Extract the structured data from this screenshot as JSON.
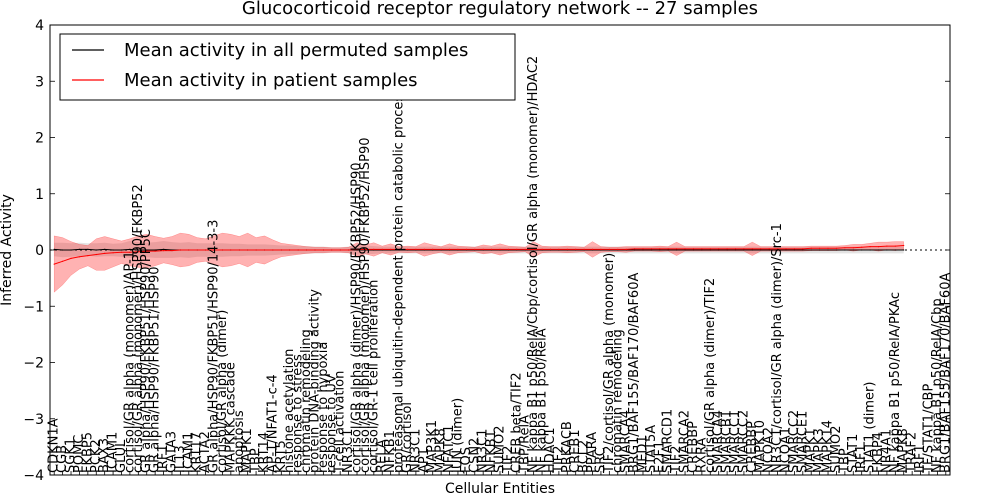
{
  "chart_data": {
    "type": "line",
    "title": "Glucocorticoid receptor regulatory network -- 27 samples",
    "xlabel": "Cellular Entities",
    "ylabel": "Inferred Activity",
    "ylim": [
      -4,
      4
    ],
    "yticks": [
      -4,
      -3,
      -2,
      -1,
      0,
      1,
      2,
      3,
      4
    ],
    "ytick_labels": [
      "−4",
      "−3",
      "−2",
      "−1",
      "0",
      "1",
      "2",
      "3",
      "4"
    ],
    "legend_position": "upper-left",
    "grid": false,
    "categories": [
      "CDKN1A",
      "CGB",
      "SGK1",
      "POMC",
      "FKBP5",
      "PCK2",
      "BAX3",
      "ICAM1",
      "GLUL",
      "cortisol/GR alpha (monomer)/AP-1",
      "cortisol/GR alpha (monomer)/HSP90/FKBP52",
      "GR alpha/HSP90/FKBP51/HSP90/PP5C",
      "GR alpha/HSP90/FKBP51/HSP90",
      "IRF1",
      "GATA3",
      "IL13",
      "ICAM1",
      "KRT17",
      "ACTA2",
      "GR alpha/HSP90/FKBP51/HSP90/14-3-3",
      "cortisol/GR alpha (dimer)",
      "MAPKKK cascade",
      "apoptosis",
      "MAPK1",
      "TBP",
      "KRT14",
      "AP-1/NFAT1-c-4",
      "KRT5",
      "histone acetylation",
      "response to stress",
      "chromatin remodeling",
      "protein DNA-binding activity",
      "response to hypoxia",
      "response to UV",
      "T-cell activation",
      "NR3C1",
      "cortisol/GR alpha (dimer)/HSP90/FKBP52/HSP90",
      "cortisol/GR alpha (monomer)/HSP90/FKBP52/HSP90",
      "cortisol/GR-1 cell proliferation",
      "RELA",
      "NFKB1",
      "proteasomal ubiquitin-dependent protein catabolic process",
      "GR/cortisol",
      "NR3C1",
      "AP1",
      "MAP3K1",
      "MAPK8",
      "NFATC1",
      "JUN (dimer)",
      "FOS",
      "CSN2",
      "NR3C1",
      "NFKB1",
      "SUMO2",
      "TIF2",
      "CREB beta/TIF2",
      "TBP/RelA",
      "NF kappa B1 p50/RelA/Cbp/cortisol/GR alpha (monomer)/HDAC2",
      "NF kappa B1 p50/RelA",
      "HDAC1",
      "TIF2",
      "PRKACB",
      "CREB1",
      "BCL2",
      "PPARA",
      "SRC",
      "TIF2/cortisol/GR alpha (monomer)",
      "chromatin remodeling",
      "SMARCA4",
      "BRG1/BAF155/BAF170/BAF60A",
      "MED1",
      "STAT5A",
      "E2F1",
      "SMARCD1",
      "TIF2",
      "SMARCA2",
      "CREBBP",
      "RXRA",
      "cortisol/GR alpha (dimer)/TIF2",
      "SMARCA4",
      "SMARCB1",
      "SMARCC1",
      "SMARCC2",
      "CREBBP",
      "MAPK10",
      "NCOA2",
      "NR3C1/cortisol/GR alpha (dimer)/Src-1",
      "NCOA1",
      "SMARCC2",
      "SMARCE1",
      "MAPK1",
      "MAPK3",
      "MAPK14",
      "SUMO2",
      "TBP",
      "STAT1",
      "IRF1",
      "STAT1 (dimer)",
      "FKBP4",
      "NR4A1",
      "NF kappa B1 p50/RelA/PKAc",
      "MAPK8",
      "TRAF2",
      "IRF1",
      "TF/STAT1/CBP",
      "NF kappa B1 p50/RelA/Cbp",
      "BRG1/BAF155/BAF170/BAF60A"
    ],
    "series": [
      {
        "name": "Mean activity in all permuted samples",
        "color": "#000000",
        "values": [
          0.01,
          0.0,
          0.0,
          0.01,
          0.01,
          0.0,
          0.01,
          0.0,
          0.0,
          0.01,
          0.0,
          0.0,
          0.0,
          0.01,
          0.0,
          0.0,
          0.0,
          0.0,
          0.0,
          0.0,
          0.0,
          0.0,
          0.0,
          0.0,
          0.0,
          0.0,
          0.0,
          0.0,
          0.0,
          0.0,
          0.0,
          0.0,
          0.0,
          0.0,
          0.0,
          0.0,
          0.0,
          0.0,
          0.0,
          0.0,
          0.0,
          0.0,
          0.0,
          0.0,
          0.0,
          0.0,
          0.0,
          0.0,
          0.0,
          0.0,
          0.0,
          0.0,
          0.0,
          0.0,
          0.0,
          0.0,
          0.0,
          0.0,
          0.0,
          0.0,
          0.0,
          0.0,
          0.0,
          0.0,
          0.0,
          0.0,
          0.0,
          0.0,
          0.0,
          0.0,
          0.0,
          0.0,
          0.0,
          0.0,
          0.0,
          0.0,
          0.0,
          0.0,
          0.0,
          0.0,
          0.0,
          0.0,
          0.0,
          0.0,
          0.0,
          0.0,
          0.0,
          0.0,
          0.0,
          0.0,
          0.0,
          0.0,
          0.0,
          0.0,
          0.0,
          0.0,
          0.0,
          0.0,
          0.0,
          0.0,
          0.0,
          0.0
        ],
        "band": [
          0.12,
          0.13,
          0.12,
          0.12,
          0.11,
          0.12,
          0.12,
          0.11,
          0.12,
          0.15,
          0.14,
          0.13,
          0.14,
          0.15,
          0.14,
          0.13,
          0.14,
          0.12,
          0.12,
          0.12,
          0.12,
          0.11,
          0.11,
          0.1,
          0.1,
          0.1,
          0.09,
          0.08,
          0.08,
          0.07,
          0.07,
          0.06,
          0.06,
          0.05,
          0.05,
          0.06,
          0.08,
          0.08,
          0.07,
          0.06,
          0.06,
          0.06,
          0.06,
          0.06,
          0.06,
          0.06,
          0.06,
          0.06,
          0.06,
          0.06,
          0.06,
          0.06,
          0.06,
          0.06,
          0.06,
          0.06,
          0.06,
          0.06,
          0.06,
          0.06,
          0.06,
          0.06,
          0.06,
          0.06,
          0.06,
          0.06,
          0.06,
          0.06,
          0.06,
          0.06,
          0.06,
          0.06,
          0.06,
          0.06,
          0.06,
          0.06,
          0.06,
          0.06,
          0.06,
          0.06,
          0.06,
          0.06,
          0.06,
          0.06,
          0.06,
          0.06,
          0.06,
          0.06,
          0.06,
          0.06,
          0.06,
          0.06,
          0.06,
          0.06,
          0.06,
          0.06,
          0.06,
          0.06,
          0.06,
          0.06,
          0.06,
          0.06
        ]
      },
      {
        "name": "Mean activity in patient samples",
        "color": "#ff0000",
        "values": [
          -0.25,
          -0.2,
          -0.15,
          -0.12,
          -0.1,
          -0.08,
          -0.06,
          -0.05,
          -0.04,
          -0.04,
          -0.03,
          -0.02,
          -0.02,
          -0.01,
          -0.01,
          0.0,
          0.0,
          0.0,
          0.0,
          0.0,
          0.0,
          0.0,
          0.0,
          0.0,
          0.0,
          0.0,
          0.0,
          0.0,
          0.0,
          0.0,
          0.0,
          0.0,
          0.0,
          0.0,
          0.0,
          0.0,
          0.01,
          0.01,
          0.01,
          0.01,
          0.01,
          0.01,
          0.01,
          0.01,
          0.01,
          0.01,
          0.01,
          0.01,
          0.01,
          0.01,
          0.01,
          0.01,
          0.01,
          0.01,
          0.01,
          0.01,
          0.01,
          0.01,
          0.01,
          0.01,
          0.01,
          0.01,
          0.01,
          0.01,
          0.01,
          0.01,
          0.01,
          0.01,
          0.01,
          0.02,
          0.02,
          0.02,
          0.02,
          0.02,
          0.02,
          0.02,
          0.02,
          0.02,
          0.02,
          0.02,
          0.02,
          0.02,
          0.02,
          0.02,
          0.02,
          0.02,
          0.02,
          0.02,
          0.02,
          0.02,
          0.03,
          0.03,
          0.03,
          0.03,
          0.04,
          0.04,
          0.05,
          0.06,
          0.06,
          0.07,
          0.07,
          0.08
        ],
        "band": [
          0.5,
          0.42,
          0.3,
          0.22,
          0.18,
          0.28,
          0.3,
          0.25,
          0.2,
          0.24,
          0.28,
          0.3,
          0.26,
          0.22,
          0.25,
          0.3,
          0.28,
          0.22,
          0.2,
          0.25,
          0.3,
          0.28,
          0.24,
          0.3,
          0.22,
          0.25,
          0.18,
          0.12,
          0.1,
          0.08,
          0.06,
          0.05,
          0.05,
          0.04,
          0.04,
          0.05,
          0.12,
          0.08,
          0.12,
          0.06,
          0.1,
          0.05,
          0.06,
          0.05,
          0.12,
          0.08,
          0.05,
          0.1,
          0.06,
          0.05,
          0.04,
          0.08,
          0.06,
          0.1,
          0.06,
          0.05,
          0.04,
          0.14,
          0.06,
          0.05,
          0.05,
          0.06,
          0.05,
          0.04,
          0.14,
          0.05,
          0.04,
          0.04,
          0.05,
          0.04,
          0.04,
          0.04,
          0.05,
          0.04,
          0.12,
          0.04,
          0.04,
          0.04,
          0.04,
          0.04,
          0.04,
          0.04,
          0.04,
          0.12,
          0.04,
          0.04,
          0.04,
          0.04,
          0.04,
          0.04,
          0.04,
          0.04,
          0.04,
          0.04,
          0.04,
          0.06,
          0.05,
          0.06,
          0.08,
          0.07,
          0.08,
          0.07
        ]
      }
    ]
  }
}
